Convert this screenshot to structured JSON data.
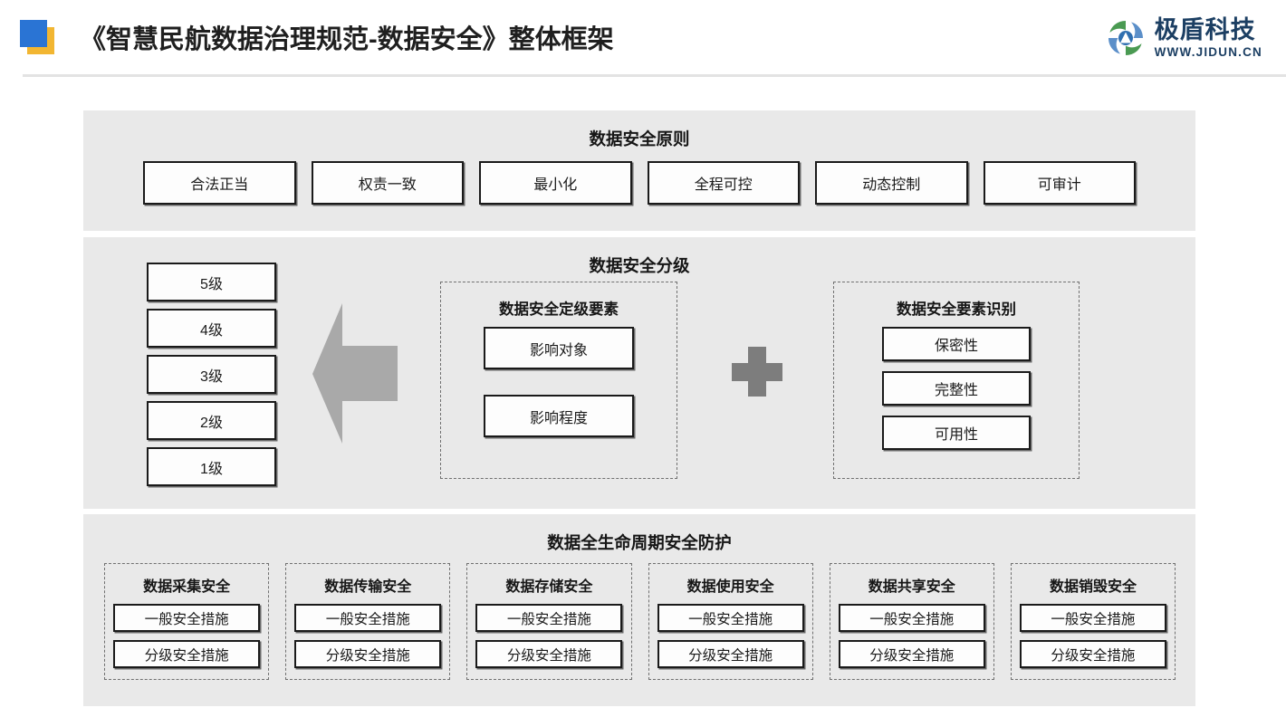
{
  "header": {
    "title": "《智慧民航数据治理规范-数据安全》整体框架",
    "mark_blue": "#2a74d4",
    "mark_yellow": "#f2b632",
    "logo": {
      "name_cn": "极盾科技",
      "url": "WWW.JIDUN.CN",
      "color": "#1c3f63",
      "glyph_green": "#4a9a52",
      "glyph_blue": "#5b8fc9"
    }
  },
  "panels": {
    "principles": {
      "title": "数据安全原则",
      "items": [
        "合法正当",
        "权责一致",
        "最小化",
        "全程可控",
        "动态控制",
        "可审计"
      ]
    },
    "grading": {
      "title": "数据安全分级",
      "levels": [
        "5级",
        "4级",
        "3级",
        "2级",
        "1级"
      ],
      "arrow": "left-arrow-icon",
      "operator": "plus-icon",
      "factors": {
        "title": "数据安全定级要素",
        "items": [
          "影响对象",
          "影响程度"
        ]
      },
      "elements": {
        "title": "数据安全要素识别",
        "items": [
          "保密性",
          "完整性",
          "可用性"
        ]
      }
    },
    "lifecycle": {
      "title": "数据全生命周期安全防护",
      "cards": [
        {
          "title": "数据采集安全",
          "measures": [
            "一般安全措施",
            "分级安全措施"
          ]
        },
        {
          "title": "数据传输安全",
          "measures": [
            "一般安全措施",
            "分级安全措施"
          ]
        },
        {
          "title": "数据存储安全",
          "measures": [
            "一般安全措施",
            "分级安全措施"
          ]
        },
        {
          "title": "数据使用安全",
          "measures": [
            "一般安全措施",
            "分级安全措施"
          ]
        },
        {
          "title": "数据共享安全",
          "measures": [
            "一般安全措施",
            "分级安全措施"
          ]
        },
        {
          "title": "数据销毁安全",
          "measures": [
            "一般安全措施",
            "分级安全措施"
          ]
        }
      ]
    }
  }
}
